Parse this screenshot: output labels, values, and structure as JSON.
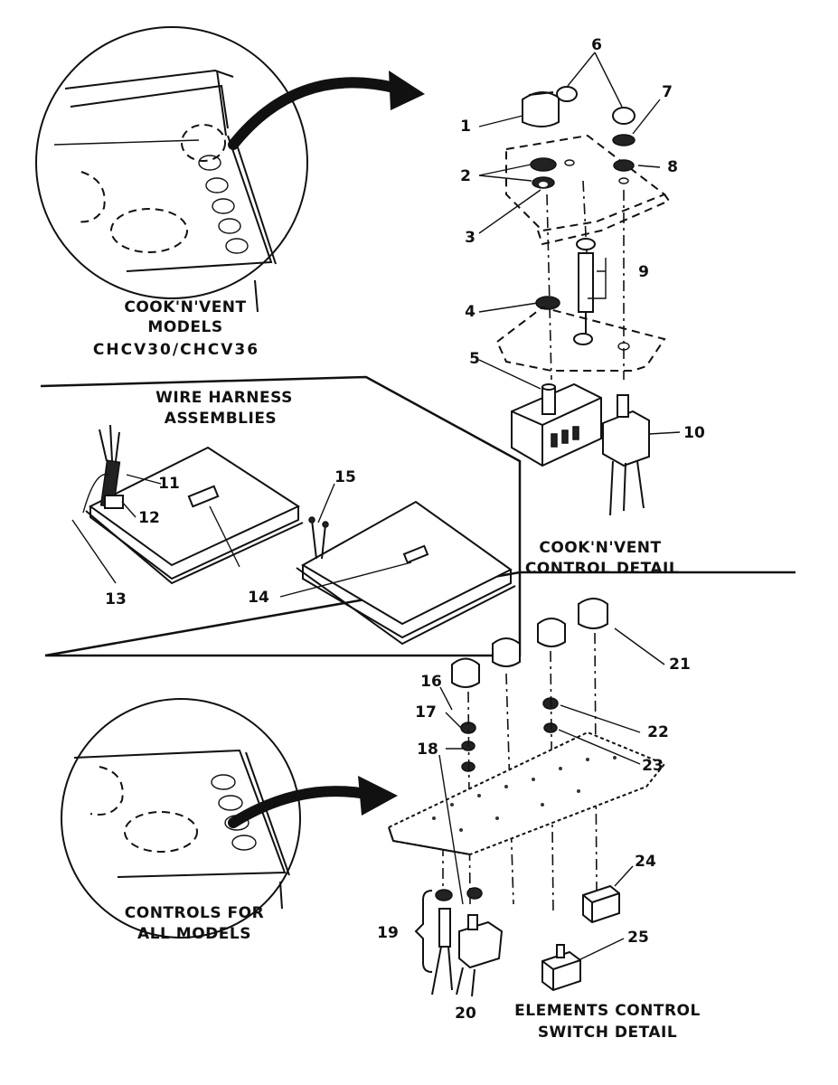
{
  "captions": {
    "cookvent_models": "COOK'N'VENT",
    "cookvent_models_2": "MODELS",
    "model_numbers": "CHCV30/CHCV36",
    "wire_harness": "WIRE HARNESS",
    "wire_harness_2": "ASSEMBLIES",
    "cookvent_control": "COOK'N'VENT",
    "cookvent_control_2": "CONTROL DETAIL",
    "controls_all": "CONTROLS FOR",
    "controls_all_2": "ALL MODELS",
    "elements_control": "ELEMENTS CONTROL",
    "elements_control_2": "SWITCH DETAIL"
  },
  "callouts": [
    "1",
    "2",
    "3",
    "4",
    "5",
    "6",
    "7",
    "8",
    "9",
    "10",
    "11",
    "12",
    "13",
    "14",
    "15",
    "16",
    "17",
    "18",
    "19",
    "20",
    "21",
    "22",
    "23",
    "24",
    "25"
  ]
}
